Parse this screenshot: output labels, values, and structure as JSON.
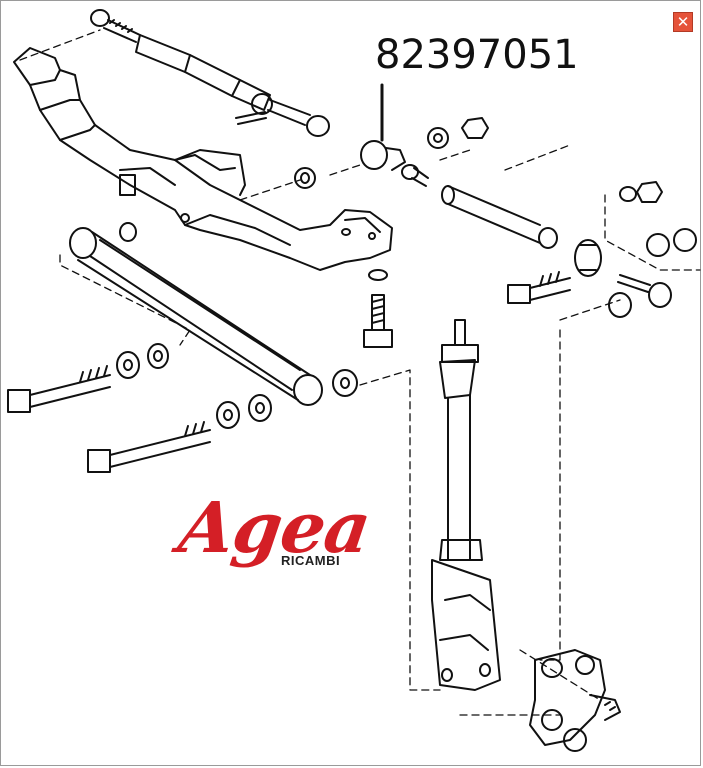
{
  "window": {
    "close_icon": "close-icon",
    "close_glyph": "✕",
    "accent": "#e5533a"
  },
  "diagram": {
    "part_number": "82397051"
  },
  "logo": {
    "brand": "Agea",
    "subtitle": "RICAMBI",
    "brand_color": "#d41f26"
  }
}
